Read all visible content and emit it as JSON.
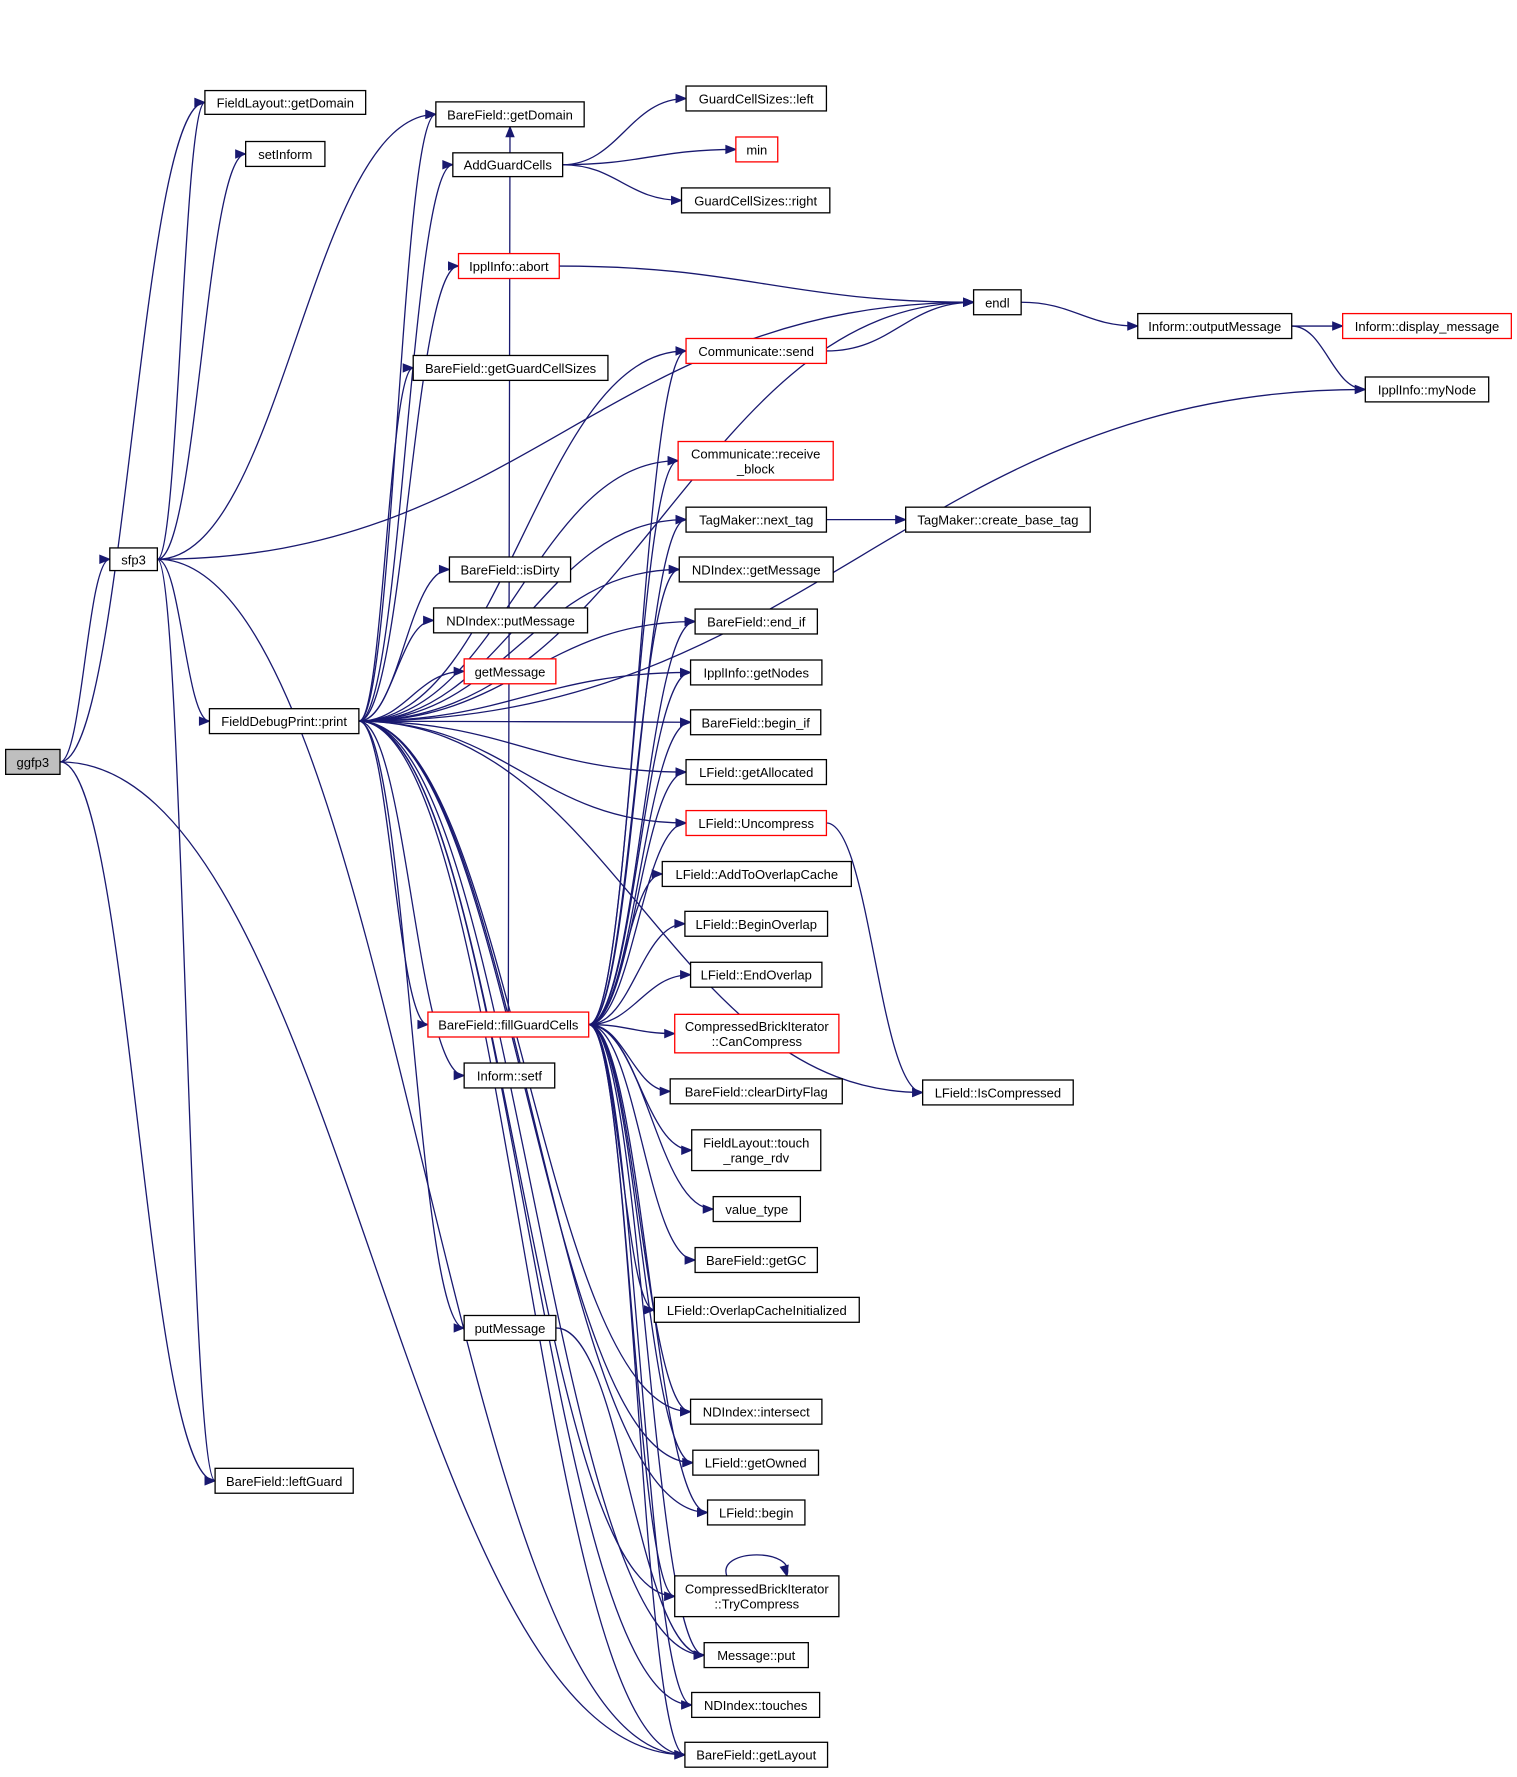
{
  "colors": {
    "edge": "#191970",
    "root_fill": "#bfbfbf",
    "node_border": "#000000",
    "truncated_border": "#ff0000"
  },
  "nodes": [
    {
      "id": "ggfp3",
      "label": [
        "ggfp3"
      ],
      "root": true
    },
    {
      "id": "sfp3",
      "label": [
        "sfp3"
      ]
    },
    {
      "id": "fl_getdomain",
      "label": [
        "FieldLayout::getDomain"
      ]
    },
    {
      "id": "setinform",
      "label": [
        "setInform"
      ]
    },
    {
      "id": "fdp_print",
      "label": [
        "FieldDebugPrint::print"
      ]
    },
    {
      "id": "bf_leftguard",
      "label": [
        "BareField::leftGuard"
      ]
    },
    {
      "id": "bf_getdomain",
      "label": [
        "BareField::getDomain"
      ]
    },
    {
      "id": "addguardcells",
      "label": [
        "AddGuardCells"
      ]
    },
    {
      "id": "ippl_abort",
      "label": [
        "IpplInfo::abort"
      ],
      "truncated": true
    },
    {
      "id": "bf_getguardcellsizes",
      "label": [
        "BareField::getGuardCellSizes"
      ]
    },
    {
      "id": "bf_isdirty",
      "label": [
        "BareField::isDirty"
      ]
    },
    {
      "id": "ndi_putmessage",
      "label": [
        "NDIndex::putMessage"
      ]
    },
    {
      "id": "getmessage",
      "label": [
        "getMessage"
      ],
      "truncated": true
    },
    {
      "id": "bf_fillguardcells",
      "label": [
        "BareField::fillGuardCells"
      ],
      "truncated": true
    },
    {
      "id": "inform_setf",
      "label": [
        "Inform::setf"
      ]
    },
    {
      "id": "putmessage",
      "label": [
        "putMessage"
      ]
    },
    {
      "id": "gcs_left",
      "label": [
        "GuardCellSizes::left"
      ]
    },
    {
      "id": "min",
      "label": [
        "min"
      ],
      "truncated": true
    },
    {
      "id": "gcs_right",
      "label": [
        "GuardCellSizes::right"
      ]
    },
    {
      "id": "comm_send",
      "label": [
        "Communicate::send"
      ],
      "truncated": true
    },
    {
      "id": "comm_receive",
      "label": [
        "Communicate::receive",
        "_block"
      ],
      "truncated": true
    },
    {
      "id": "tm_nexttag",
      "label": [
        "TagMaker::next_tag"
      ]
    },
    {
      "id": "ndi_getmessage",
      "label": [
        "NDIndex::getMessage"
      ]
    },
    {
      "id": "bf_endif",
      "label": [
        "BareField::end_if"
      ]
    },
    {
      "id": "ippl_getnodes",
      "label": [
        "IpplInfo::getNodes"
      ]
    },
    {
      "id": "bf_beginif",
      "label": [
        "BareField::begin_if"
      ]
    },
    {
      "id": "lf_getallocated",
      "label": [
        "LField::getAllocated"
      ]
    },
    {
      "id": "lf_uncompress",
      "label": [
        "LField::Uncompress"
      ],
      "truncated": true
    },
    {
      "id": "lf_addtooverlapcache",
      "label": [
        "LField::AddToOverlapCache"
      ]
    },
    {
      "id": "lf_beginoverlap",
      "label": [
        "LField::BeginOverlap"
      ]
    },
    {
      "id": "lf_endoverlap",
      "label": [
        "LField::EndOverlap"
      ]
    },
    {
      "id": "cbi_cancompress",
      "label": [
        "CompressedBrickIterator",
        "::CanCompress"
      ],
      "truncated": true
    },
    {
      "id": "bf_cleardirtyflag",
      "label": [
        "BareField::clearDirtyFlag"
      ]
    },
    {
      "id": "fl_touchrange",
      "label": [
        "FieldLayout::touch",
        "_range_rdv"
      ]
    },
    {
      "id": "value_type",
      "label": [
        "value_type"
      ]
    },
    {
      "id": "bf_getgc",
      "label": [
        "BareField::getGC"
      ]
    },
    {
      "id": "lf_overlapcacheinit",
      "label": [
        "LField::OverlapCacheInitialized"
      ]
    },
    {
      "id": "ndi_intersect",
      "label": [
        "NDIndex::intersect"
      ]
    },
    {
      "id": "lf_getowned",
      "label": [
        "LField::getOwned"
      ]
    },
    {
      "id": "lf_begin",
      "label": [
        "LField::begin"
      ]
    },
    {
      "id": "cbi_trycompress",
      "label": [
        "CompressedBrickIterator",
        "::TryCompress"
      ]
    },
    {
      "id": "msg_put",
      "label": [
        "Message::put"
      ]
    },
    {
      "id": "ndi_touches",
      "label": [
        "NDIndex::touches"
      ]
    },
    {
      "id": "bf_getlayout",
      "label": [
        "BareField::getLayout"
      ]
    },
    {
      "id": "endl",
      "label": [
        "endl"
      ]
    },
    {
      "id": "tm_createbasetag",
      "label": [
        "TagMaker::create_base_tag"
      ]
    },
    {
      "id": "lf_iscompressed",
      "label": [
        "LField::IsCompressed"
      ]
    },
    {
      "id": "inform_outputmessage",
      "label": [
        "Inform::outputMessage"
      ]
    },
    {
      "id": "inform_displaymessage",
      "label": [
        "Inform::display_message"
      ],
      "truncated": true
    },
    {
      "id": "ippl_mynode",
      "label": [
        "IpplInfo::myNode"
      ]
    }
  ],
  "edges": [
    [
      "ggfp3",
      "sfp3"
    ],
    [
      "ggfp3",
      "fl_getdomain"
    ],
    [
      "ggfp3",
      "bf_leftguard"
    ],
    [
      "ggfp3",
      "bf_getlayout"
    ],
    [
      "sfp3",
      "fl_getdomain"
    ],
    [
      "sfp3",
      "setinform"
    ],
    [
      "sfp3",
      "bf_getdomain"
    ],
    [
      "sfp3",
      "fdp_print"
    ],
    [
      "sfp3",
      "bf_leftguard"
    ],
    [
      "sfp3",
      "bf_getlayout"
    ],
    [
      "sfp3",
      "endl"
    ],
    [
      "fdp_print",
      "bf_getdomain"
    ],
    [
      "fdp_print",
      "addguardcells"
    ],
    [
      "fdp_print",
      "endl"
    ],
    [
      "fdp_print",
      "ippl_abort"
    ],
    [
      "fdp_print",
      "comm_send"
    ],
    [
      "fdp_print",
      "bf_getguardcellsizes"
    ],
    [
      "fdp_print",
      "ippl_mynode"
    ],
    [
      "fdp_print",
      "comm_receive"
    ],
    [
      "fdp_print",
      "tm_nexttag"
    ],
    [
      "fdp_print",
      "bf_isdirty"
    ],
    [
      "fdp_print",
      "ndi_putmessage"
    ],
    [
      "fdp_print",
      "getmessage"
    ],
    [
      "fdp_print",
      "ndi_getmessage"
    ],
    [
      "fdp_print",
      "bf_endif"
    ],
    [
      "fdp_print",
      "ippl_getnodes"
    ],
    [
      "fdp_print",
      "bf_beginif"
    ],
    [
      "fdp_print",
      "lf_getallocated"
    ],
    [
      "fdp_print",
      "lf_uncompress"
    ],
    [
      "fdp_print",
      "bf_fillguardcells"
    ],
    [
      "fdp_print",
      "inform_setf"
    ],
    [
      "fdp_print",
      "putmessage"
    ],
    [
      "fdp_print",
      "ndi_intersect"
    ],
    [
      "fdp_print",
      "lf_getowned"
    ],
    [
      "fdp_print",
      "lf_begin"
    ],
    [
      "fdp_print",
      "cbi_trycompress"
    ],
    [
      "fdp_print",
      "msg_put"
    ],
    [
      "fdp_print",
      "ndi_touches"
    ],
    [
      "fdp_print",
      "bf_getlayout"
    ],
    [
      "fdp_print",
      "lf_iscompressed"
    ],
    [
      "addguardcells",
      "gcs_left"
    ],
    [
      "addguardcells",
      "min"
    ],
    [
      "addguardcells",
      "gcs_right"
    ],
    [
      "ippl_abort",
      "endl"
    ],
    [
      "comm_send",
      "endl"
    ],
    [
      "bf_fillguardcells",
      "bf_getdomain"
    ],
    [
      "bf_fillguardcells",
      "comm_send"
    ],
    [
      "bf_fillguardcells",
      "comm_receive"
    ],
    [
      "bf_fillguardcells",
      "tm_nexttag"
    ],
    [
      "bf_fillguardcells",
      "ndi_getmessage"
    ],
    [
      "bf_fillguardcells",
      "bf_endif"
    ],
    [
      "bf_fillguardcells",
      "ippl_getnodes"
    ],
    [
      "bf_fillguardcells",
      "bf_beginif"
    ],
    [
      "bf_fillguardcells",
      "lf_getallocated"
    ],
    [
      "bf_fillguardcells",
      "lf_uncompress"
    ],
    [
      "bf_fillguardcells",
      "lf_addtooverlapcache"
    ],
    [
      "bf_fillguardcells",
      "lf_beginoverlap"
    ],
    [
      "bf_fillguardcells",
      "lf_endoverlap"
    ],
    [
      "bf_fillguardcells",
      "cbi_cancompress"
    ],
    [
      "bf_fillguardcells",
      "bf_cleardirtyflag"
    ],
    [
      "bf_fillguardcells",
      "fl_touchrange"
    ],
    [
      "bf_fillguardcells",
      "value_type"
    ],
    [
      "bf_fillguardcells",
      "bf_getgc"
    ],
    [
      "bf_fillguardcells",
      "lf_overlapcacheinit"
    ],
    [
      "bf_fillguardcells",
      "ndi_intersect"
    ],
    [
      "bf_fillguardcells",
      "lf_getowned"
    ],
    [
      "bf_fillguardcells",
      "lf_begin"
    ],
    [
      "bf_fillguardcells",
      "cbi_trycompress"
    ],
    [
      "bf_fillguardcells",
      "msg_put"
    ],
    [
      "bf_fillguardcells",
      "ndi_touches"
    ],
    [
      "bf_fillguardcells",
      "bf_getlayout"
    ],
    [
      "putmessage",
      "msg_put"
    ],
    [
      "tm_nexttag",
      "tm_createbasetag"
    ],
    [
      "lf_uncompress",
      "lf_iscompressed"
    ],
    [
      "cbi_trycompress",
      "cbi_trycompress"
    ],
    [
      "endl",
      "inform_outputmessage"
    ],
    [
      "inform_outputmessage",
      "inform_displaymessage"
    ],
    [
      "inform_outputmessage",
      "ippl_mynode"
    ]
  ]
}
